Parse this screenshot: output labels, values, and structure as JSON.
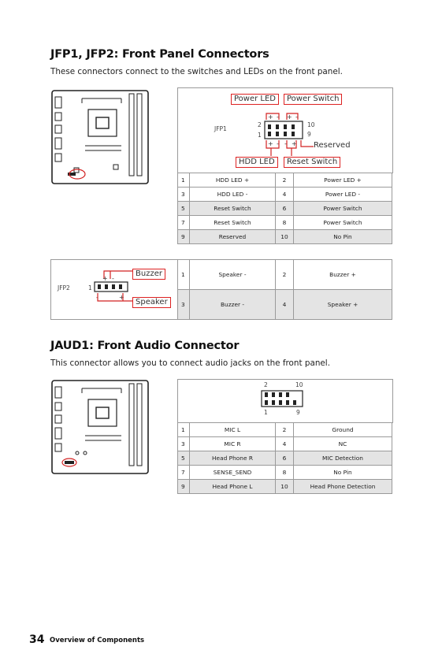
{
  "jfp": {
    "title": "JFP1, JFP2: Front Panel Connectors",
    "description": "These connectors connect to the switches and LEDs on the front panel.",
    "jfp1_label": "JFP1",
    "pin2": "2",
    "pin1": "1",
    "pin10": "10",
    "pin9": "9",
    "plus": "+",
    "minus": "-",
    "label_power_led": "Power LED",
    "label_power_switch": "Power Switch",
    "label_reserved": "Reserved",
    "label_hdd_led": "HDD LED",
    "label_reset_switch": "Reset Switch",
    "jfp1_rows": [
      [
        "1",
        "HDD LED +",
        "2",
        "Power LED +"
      ],
      [
        "3",
        "HDD LED -",
        "4",
        "Power LED -"
      ],
      [
        "5",
        "Reset Switch",
        "6",
        "Power Switch"
      ],
      [
        "7",
        "Reset Switch",
        "8",
        "Power Switch"
      ],
      [
        "9",
        "Reserved",
        "10",
        "No Pin"
      ]
    ],
    "jfp2_label": "JFP2",
    "jfp2_pin1": "1",
    "label_buzzer": "Buzzer",
    "label_speaker": "Speaker",
    "jfp2_rows": [
      [
        "1",
        "Speaker -",
        "2",
        "Buzzer +"
      ],
      [
        "3",
        "Buzzer -",
        "4",
        "Speaker +"
      ]
    ]
  },
  "jaud": {
    "title": "JAUD1: Front Audio Connector",
    "description": "This connector allows you to connect audio jacks on the front panel.",
    "pin2": "2",
    "pin10": "10",
    "pin1": "1",
    "pin9": "9",
    "rows": [
      [
        "1",
        "MIC L",
        "2",
        "Ground"
      ],
      [
        "3",
        "MIC R",
        "4",
        "NC"
      ],
      [
        "5",
        "Head Phone R",
        "6",
        "MIC Detection"
      ],
      [
        "7",
        "SENSE_SEND",
        "8",
        "No Pin"
      ],
      [
        "9",
        "Head Phone L",
        "10",
        "Head Phone Detection"
      ]
    ]
  },
  "footer": {
    "page_number": "34",
    "section": "Overview of Components"
  },
  "colors": {
    "accent": "#d22222",
    "shade": "#e4e4e4",
    "border": "#9a9a9a"
  }
}
